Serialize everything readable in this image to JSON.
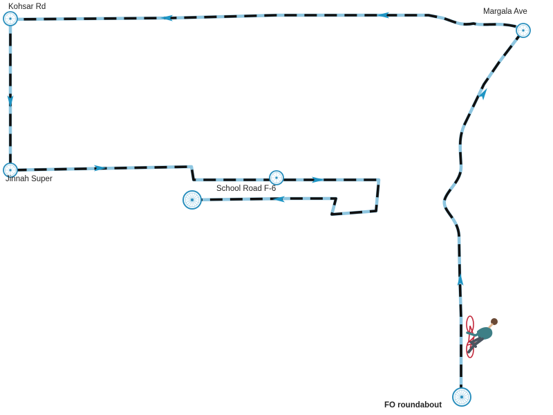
{
  "map": {
    "route_color": "#8ec6e0",
    "dash_color": "#111111",
    "arrow_color": "#1f95c4",
    "marker_color": "#2a8fbd",
    "places": [
      {
        "id": "kohsar",
        "name": "Kohsar Rd"
      },
      {
        "id": "margala",
        "name": "Margala Ave"
      },
      {
        "id": "jinnah",
        "name": "Jinnah Super"
      },
      {
        "id": "school",
        "name": "School Road F-6"
      },
      {
        "id": "fo",
        "name": "FO roundabout"
      }
    ],
    "icons": {
      "stop_marker": "bicycle-wheel-icon",
      "rider": "cyclist-icon",
      "direction": "arrow-icon"
    }
  }
}
